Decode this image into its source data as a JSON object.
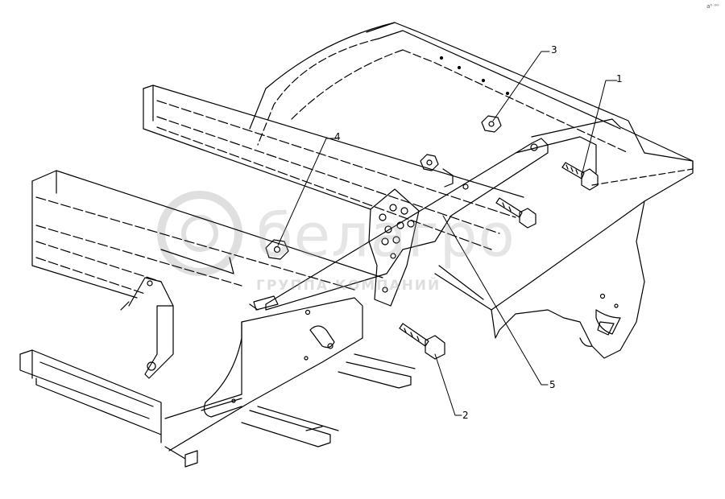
{
  "corner_mark": "a⁰ ⁰⁰",
  "watermark": {
    "brand": "белагро",
    "subtitle": "ГРУППА КОМПАНИЙ"
  },
  "callouts": [
    {
      "id": "1",
      "label": "1"
    },
    {
      "id": "2",
      "label": "2"
    },
    {
      "id": "3",
      "label": "3"
    },
    {
      "id": "4",
      "label": "4"
    },
    {
      "id": "5",
      "label": "5"
    }
  ]
}
